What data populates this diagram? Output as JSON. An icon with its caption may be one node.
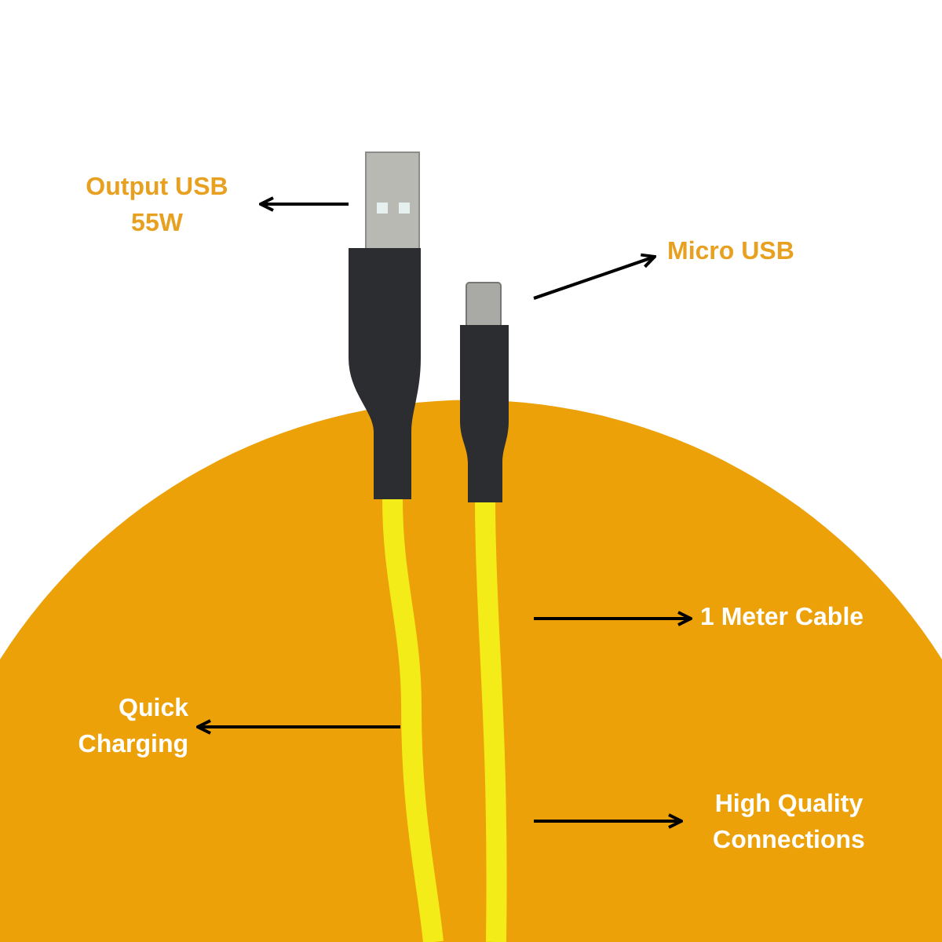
{
  "diagram": {
    "nodes": [
      {
        "text": [
          "Output USB 55W"
        ]
      },
      {
        "text": [
          "Micro USB"
        ]
      },
      {
        "text": [
          "1 Meter Cable"
        ]
      },
      {
        "text": [
          "Quick Charging"
        ]
      },
      {
        "text": [
          "High Quality Connections"
        ]
      }
    ],
    "edges": [
      {
        "from": null,
        "to": 0,
        "arrow": "to"
      },
      {
        "from": null,
        "to": 1,
        "arrow": "to"
      },
      {
        "from": null,
        "to": 2,
        "arrow": "to"
      },
      {
        "from": null,
        "to": 3,
        "arrow": "to"
      },
      {
        "from": null,
        "to": 4,
        "arrow": "to"
      }
    ]
  }
}
